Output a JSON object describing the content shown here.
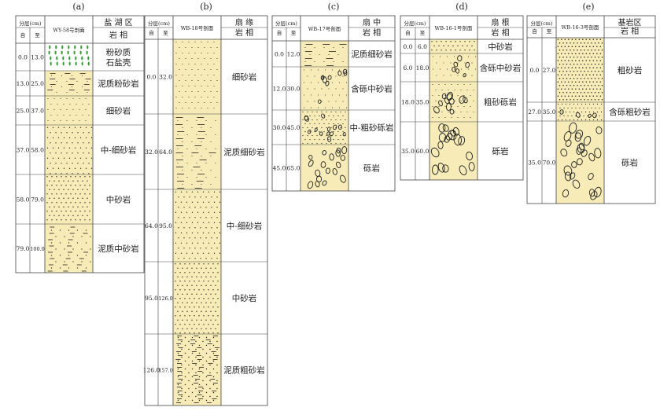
{
  "panels": [
    {
      "label": "(a)",
      "layer_header": "分层(cm)",
      "from_header": "自",
      "to_header": "至",
      "section": "WY-58号剖面",
      "zone": "盐 湖 区",
      "facies_header": "岩 相",
      "layers": [
        {
          "from": "0.0",
          "to": "13.0",
          "facies": "粉砂质\n石盐壳",
          "pattern": "salt"
        },
        {
          "from": "13.0",
          "to": "25.0",
          "facies": "泥质粉砂岩",
          "pattern": "muddy-silt"
        },
        {
          "from": "25.0",
          "to": "37.0",
          "facies": "细砂岩",
          "pattern": "fine"
        },
        {
          "from": "37.0",
          "to": "58.0",
          "facies": "中-细砂岩",
          "pattern": "medfine"
        },
        {
          "from": "58.0",
          "to": "79.0",
          "facies": "中砂岩",
          "pattern": "medium"
        },
        {
          "from": "79.0",
          "to": "100.0",
          "facies": "泥质中砂岩",
          "pattern": "muddy-medium"
        }
      ]
    },
    {
      "label": "(b)",
      "layer_header": "分层(cm)",
      "from_header": "自",
      "to_header": "至",
      "section": "WB-18号剖面",
      "zone": "扇 缘",
      "facies_header": "岩 相",
      "layers": [
        {
          "from": "0.0",
          "to": "32.0",
          "facies": "细砂岩",
          "pattern": "fine"
        },
        {
          "from": "32.0",
          "to": "64.0",
          "facies": "泥质细砂岩",
          "pattern": "muddy-fine"
        },
        {
          "from": "64.0",
          "to": "95.0",
          "facies": "中-细砂岩",
          "pattern": "medfine"
        },
        {
          "from": "95.0",
          "to": "126.0",
          "facies": "中砂岩",
          "pattern": "medium"
        },
        {
          "from": "126.0",
          "to": "157.0",
          "facies": "泥质粗砂岩",
          "pattern": "muddy-coarse"
        }
      ]
    },
    {
      "label": "(c)",
      "layer_header": "分层(cm)",
      "from_header": "自",
      "to_header": "至",
      "section": "WB-17号剖面",
      "zone": "扇 中",
      "facies_header": "岩 相",
      "layers": [
        {
          "from": "0.0",
          "to": "12.0",
          "facies": "泥质细砂岩",
          "pattern": "muddy-fine"
        },
        {
          "from": "12.0",
          "to": "30.0",
          "facies": "含砾中砂岩",
          "pattern": "pebbly-sand"
        },
        {
          "from": "30.0",
          "to": "45.0",
          "facies": "中-粗砂砾岩",
          "pattern": "dense-gravel"
        },
        {
          "from": "45.0",
          "to": "65.0",
          "facies": "砾岩",
          "pattern": "conglomerate-small"
        }
      ]
    },
    {
      "label": "(d)",
      "layer_header": "分层(cm)",
      "from_header": "自",
      "to_header": "至",
      "section": "WB-16-1号剖面",
      "zone": "扇 根",
      "facies_header": "岩 相",
      "layers": [
        {
          "from": "0.0",
          "to": "6.0",
          "facies": "中砂岩",
          "pattern": "medium"
        },
        {
          "from": "6.0",
          "to": "18.0",
          "facies": "含砾中砂岩",
          "pattern": "pebbly-sand"
        },
        {
          "from": "18.0",
          "to": "35.0",
          "facies": "粗砂砾岩",
          "pattern": "coarse-gravel"
        },
        {
          "from": "35.0",
          "to": "60.0",
          "facies": "砾岩",
          "pattern": "conglomerate"
        }
      ]
    },
    {
      "label": "(e)",
      "layer_header": "分层(cm)",
      "from_header": "自",
      "to_header": "至",
      "section": "WB-16-3号剖面",
      "zone": "基岩区",
      "facies_header": "岩 相",
      "layers": [
        {
          "from": "0.0",
          "to": "27.0",
          "facies": "粗砂岩",
          "pattern": "coarse"
        },
        {
          "from": "27.0",
          "to": "35.0",
          "facies": "含砾粗砂岩",
          "pattern": "pebbly-coarse"
        },
        {
          "from": "35.0",
          "to": "70.0",
          "facies": "砾岩",
          "pattern": "conglomerate"
        }
      ]
    }
  ],
  "colors": {
    "sand": "#f7ecb8",
    "salt": "#3a9a3a",
    "line": "#444444",
    "ink": "#222222"
  }
}
